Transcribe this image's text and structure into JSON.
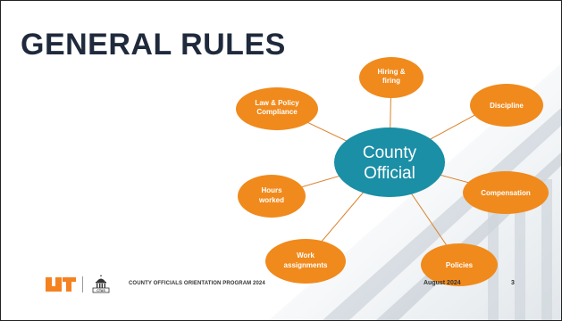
{
  "slide": {
    "title": "GENERAL RULES",
    "center": {
      "label_line1": "County",
      "label_line2": "Official"
    },
    "nodes": [
      {
        "id": "hiring",
        "lines": [
          "Hiring &",
          "firing"
        ]
      },
      {
        "id": "discipline",
        "lines": [
          "Discipline"
        ]
      },
      {
        "id": "compensation",
        "lines": [
          "Compensation"
        ]
      },
      {
        "id": "policies",
        "lines": [
          "Policies"
        ]
      },
      {
        "id": "work",
        "lines": [
          "Work",
          "assignments"
        ]
      },
      {
        "id": "hours",
        "lines": [
          "Hours",
          "worked"
        ]
      },
      {
        "id": "law",
        "lines": [
          "Law & Policy",
          "Compliance"
        ]
      }
    ],
    "footer": {
      "program": "COUNTY OFFICIALS ORIENTATION PROGRAM 2024",
      "date": "August 2024",
      "page": "3",
      "logo_text": "CTAS"
    }
  },
  "colors": {
    "title": "#1f2a3c",
    "center_fill": "#1a8fa6",
    "node_fill": "#f08a1c",
    "connector": "#d9822b",
    "ut_orange": "#f58220"
  },
  "icons": [
    "ut-logo-icon",
    "ctas-capitol-icon"
  ]
}
